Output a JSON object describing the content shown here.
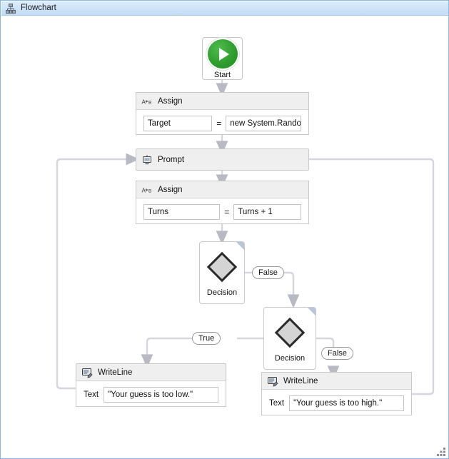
{
  "window": {
    "title": "Flowchart",
    "icon": "flowchart-hierarchy-icon"
  },
  "canvas": {
    "nodes": {
      "start": {
        "label": "Start",
        "icon": "play-icon"
      },
      "assign_target": {
        "title": "Assign",
        "icon": "assign-ab-icon",
        "to": "Target",
        "operator": "=",
        "value": "new System.Randoı"
      },
      "prompt": {
        "title": "Prompt",
        "icon": "prompt-monitor-icon"
      },
      "assign_turns": {
        "title": "Assign",
        "icon": "assign-ab-icon",
        "to": "Turns",
        "operator": "=",
        "value": "Turns + 1"
      },
      "decision_1": {
        "label": "Decision",
        "icon": "decision-diamond-icon"
      },
      "decision_2": {
        "label": "Decision",
        "icon": "decision-diamond-icon"
      },
      "writeline_low": {
        "title": "WriteLine",
        "icon": "writeline-icon",
        "field_label": "Text",
        "value": "\"Your guess is too low.\""
      },
      "writeline_high": {
        "title": "WriteLine",
        "icon": "writeline-icon",
        "field_label": "Text",
        "value": "\"Your guess is too high.\""
      }
    },
    "connectors": {
      "decision1_false": "False",
      "decision2_true": "True",
      "decision2_false": "False"
    }
  },
  "colors": {
    "titlebar_start": "#dcecfb",
    "titlebar_end": "#c3dcf5",
    "window_border": "#8ab8e6",
    "start_green": "#2e9e2e",
    "wire": "#d6d6de",
    "node_border": "#c9c9c9",
    "header_fill": "#efefef"
  },
  "grip": {
    "name": "resize-grip"
  }
}
